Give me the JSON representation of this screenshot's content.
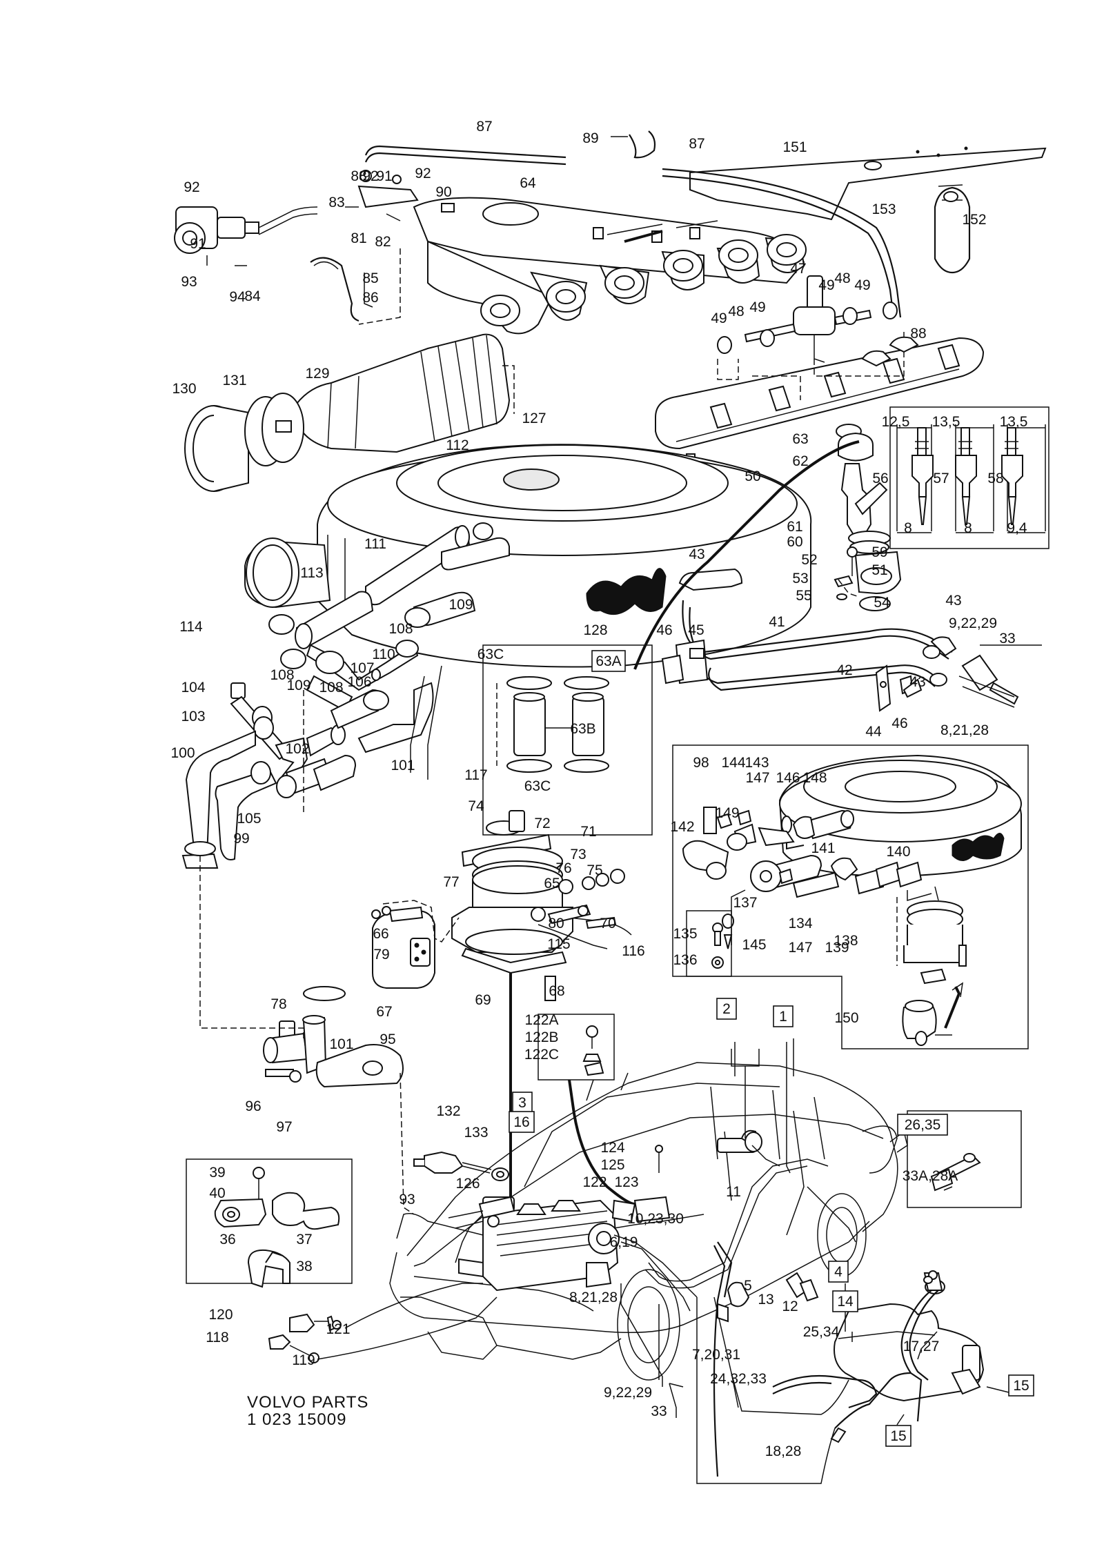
{
  "footer": {
    "line1": "VOLVO PARTS",
    "line2": "1 023 15009"
  },
  "labels": [
    "87",
    "89",
    "87",
    "151",
    "92",
    "88",
    "91",
    "92",
    "90",
    "64",
    "153",
    "152",
    "92",
    "91",
    "83",
    "81",
    "82",
    "93",
    "94",
    "84",
    "85",
    "86",
    "47",
    "49",
    "48",
    "49",
    "49",
    "48",
    "49",
    "88",
    "129",
    "130",
    "131",
    "127",
    "63",
    "62",
    "12,5",
    "13,5",
    "13,5",
    "56",
    "57",
    "58",
    "8",
    "8",
    "9,4",
    "112",
    "111",
    "113",
    "109",
    "128",
    "50",
    "61",
    "60",
    "59",
    "52",
    "51",
    "53",
    "55",
    "54",
    "43",
    "43",
    "45",
    "46",
    "41",
    "42",
    "43",
    "9,22,29",
    "33",
    "114",
    "110",
    "108",
    "108",
    "109",
    "108",
    "107",
    "106",
    "104",
    "103",
    "63C",
    "63A",
    "63B",
    "63C",
    "44",
    "46",
    "8,21,28",
    "100",
    "102",
    "105",
    "99",
    "101",
    "117",
    "74",
    "72",
    "73",
    "71",
    "76",
    "75",
    "77",
    "65",
    "66",
    "79",
    "80",
    "70",
    "116",
    "115",
    "69",
    "68",
    "67",
    "78",
    "101",
    "95",
    "96",
    "97",
    "98",
    "144",
    "143",
    "147",
    "146",
    "148",
    "149",
    "142",
    "141",
    "140",
    "137",
    "145",
    "134",
    "147",
    "139",
    "138",
    "135",
    "136",
    "150",
    "2",
    "1",
    "122A",
    "122B",
    "122C",
    "3",
    "16",
    "132",
    "133",
    "124",
    "125",
    "122",
    "123",
    "11",
    "10,23,30",
    "126",
    "93",
    "6,19",
    "5",
    "4",
    "8,21,28",
    "13",
    "12",
    "14",
    "33A,28A",
    "26,35",
    "25,34",
    "17,27",
    "24,32,33",
    "15",
    "7,20,31",
    "18,28",
    "15",
    "9,22,29",
    "33",
    "39",
    "40",
    "36",
    "37",
    "38",
    "120",
    "121",
    "118",
    "119"
  ],
  "boxed_labels": [
    "2",
    "1",
    "3",
    "16",
    "4",
    "14",
    "15",
    "15",
    "63A",
    "26,35"
  ]
}
